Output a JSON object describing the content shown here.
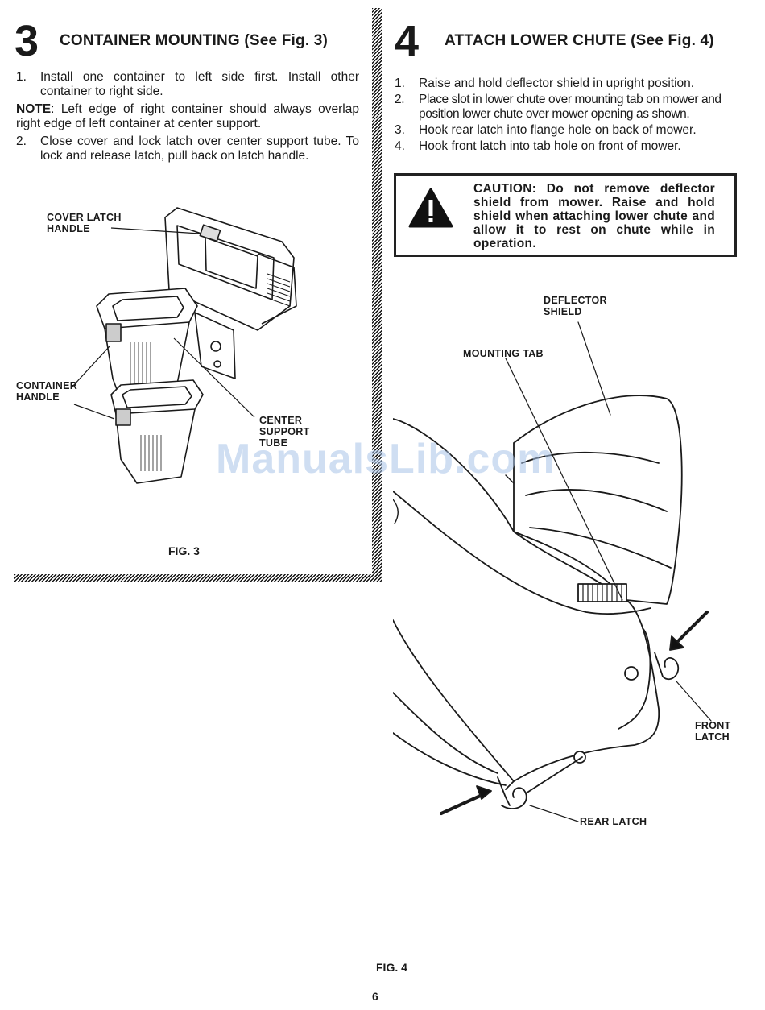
{
  "section3": {
    "number": "3",
    "title": "CONTAINER MOUNTING (See Fig. 3)",
    "steps": [
      {
        "n": "1.",
        "text": "Install one container to left side first. Install other container to right side."
      },
      {
        "n": "2.",
        "text": "Close cover and lock latch over center support tube. To lock and release latch, pull back on latch handle."
      }
    ],
    "note_label": "NOTE",
    "note_text": ": Left edge of right container should always overlap right edge of left container at center support.",
    "figure": {
      "caption": "FIG. 3",
      "labels": {
        "cover_latch_handle": [
          "COVER LATCH",
          "HANDLE"
        ],
        "container_handle": [
          "CONTAINER",
          "HANDLE"
        ],
        "center_support_tube": [
          "CENTER",
          "SUPPORT",
          "TUBE"
        ]
      }
    }
  },
  "section4": {
    "number": "4",
    "title": "ATTACH LOWER CHUTE (See Fig. 4)",
    "steps": [
      {
        "n": "1.",
        "text": "Raise and hold deflector shield in upright position."
      },
      {
        "n": "2.",
        "text": "Place slot in lower chute over mounting tab on mower and position lower chute over mower opening as shown."
      },
      {
        "n": "3.",
        "text": "Hook rear latch into flange hole on back of mower."
      },
      {
        "n": "4.",
        "text": "Hook front latch into tab hole on front of mower."
      }
    ],
    "caution": "CAUTION: Do not remove deflector shield from mower. Raise and hold shield when attaching lower chute and allow it to rest on chute while in operation.",
    "figure": {
      "caption": "FIG. 4",
      "labels": {
        "deflector_shield": [
          "DEFLECTOR",
          "SHIELD"
        ],
        "mounting_tab": "MOUNTING TAB",
        "front_latch": [
          "FRONT",
          "LATCH"
        ],
        "rear_latch": "REAR LATCH"
      }
    }
  },
  "watermark": "ManualsLib.com",
  "page_number": "6"
}
